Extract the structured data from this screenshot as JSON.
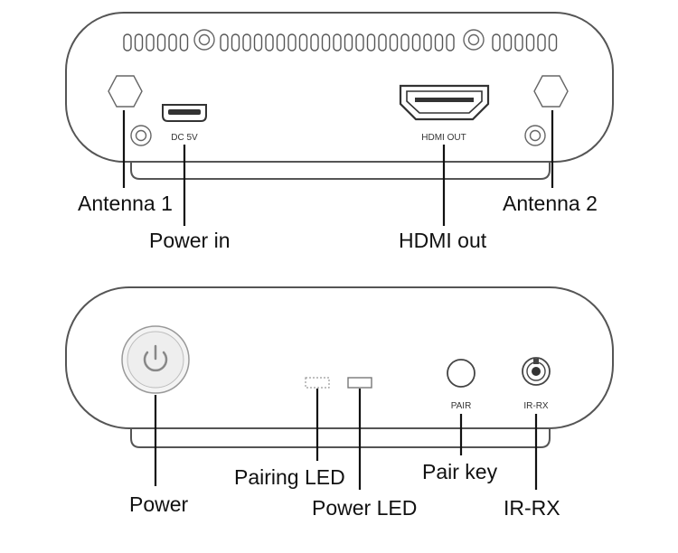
{
  "rear_panel": {
    "port_labels": {
      "dc": "DC 5V",
      "hdmi": "HDMI OUT"
    },
    "callouts": {
      "antenna1": "Antenna 1",
      "power_in": "Power in",
      "hdmi_out": "HDMI out",
      "antenna2": "Antenna 2"
    }
  },
  "front_panel": {
    "port_labels": {
      "pair": "PAIR",
      "irrx": "IR-RX"
    },
    "callouts": {
      "power": "Power",
      "pairing_led": "Pairing LED",
      "power_led": "Power LED",
      "pair_key": "Pair key",
      "ir_rx": "IR-RX"
    }
  },
  "icons": [
    "power-icon",
    "hdmi-port-icon",
    "micro-usb-port-icon",
    "audio-jack-icon"
  ]
}
